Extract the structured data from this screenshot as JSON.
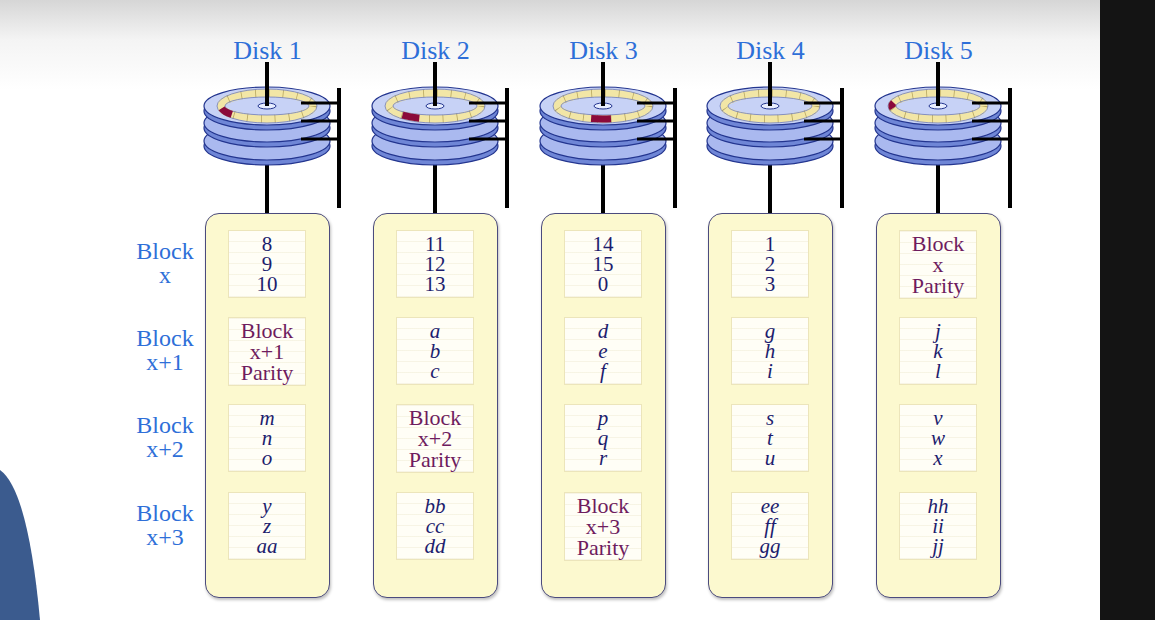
{
  "diagram": {
    "nodes": [
      {
        "text": [
          "Disk 1"
        ]
      },
      {
        "text": [
          "8 9 10"
        ],
        "in": 0
      },
      {
        "text": [
          "Block x+1 Parity"
        ],
        "in": 0
      },
      {
        "text": [
          "m n o"
        ],
        "in": 0
      },
      {
        "text": [
          "y z aa"
        ],
        "in": 0
      },
      {
        "text": [
          "Disk 2"
        ]
      },
      {
        "text": [
          "11 12 13"
        ],
        "in": 5
      },
      {
        "text": [
          "a b c"
        ],
        "in": 5
      },
      {
        "text": [
          "Block x+2 Parity"
        ],
        "in": 5
      },
      {
        "text": [
          "bb cc dd"
        ],
        "in": 5
      },
      {
        "text": [
          "Disk 3"
        ]
      },
      {
        "text": [
          "14 15 0"
        ],
        "in": 10
      },
      {
        "text": [
          "d e f"
        ],
        "in": 10
      },
      {
        "text": [
          "p q r"
        ],
        "in": 10
      },
      {
        "text": [
          "Block x+3 Parity"
        ],
        "in": 10
      },
      {
        "text": [
          "Disk 4"
        ]
      },
      {
        "text": [
          "1 2 3"
        ],
        "in": 15
      },
      {
        "text": [
          "g h i"
        ],
        "in": 15
      },
      {
        "text": [
          "s t u"
        ],
        "in": 15
      },
      {
        "text": [
          "ee ff gg"
        ],
        "in": 15
      },
      {
        "text": [
          "Disk 5"
        ]
      },
      {
        "text": [
          "Block x Parity"
        ],
        "in": 20
      },
      {
        "text": [
          "j k l"
        ],
        "in": 20
      },
      {
        "text": [
          "v w x"
        ],
        "in": 20
      },
      {
        "text": [
          "hh ii jj"
        ],
        "in": 20
      }
    ],
    "labels": [
      "Block x",
      "Block x+1",
      "Block x+2",
      "Block x+3"
    ]
  }
}
